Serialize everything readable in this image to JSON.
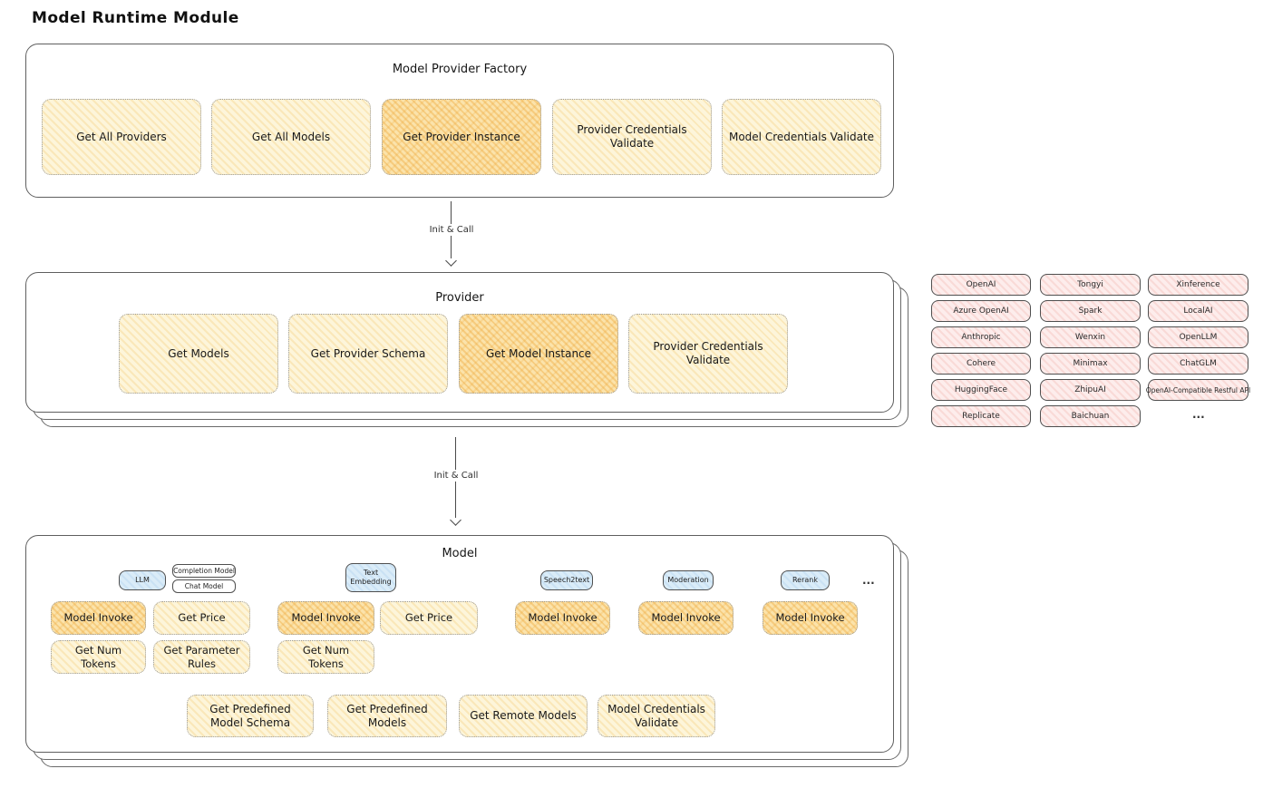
{
  "title": "Model Runtime Module",
  "arrow_label": "Init & Call",
  "colors": {
    "fn_yellow_light": "#fdf5da",
    "fn_yellow_highlight": "#fbe3ab",
    "provider_chip_pink": "#fdedec",
    "tag_blue": "#daecf8",
    "border_gray": "#5f5f5f"
  },
  "factory": {
    "title": "Model Provider Factory",
    "items": [
      {
        "label": "Get All Providers",
        "highlight": false
      },
      {
        "label": "Get All Models",
        "highlight": false
      },
      {
        "label": "Get Provider Instance",
        "highlight": true
      },
      {
        "label": "Provider Credentials Validate",
        "highlight": false
      },
      {
        "label": "Model Credentials Validate",
        "highlight": false
      }
    ]
  },
  "provider": {
    "title": "Provider",
    "items": [
      {
        "label": "Get Models",
        "highlight": false
      },
      {
        "label": "Get Provider Schema",
        "highlight": false
      },
      {
        "label": "Get Model Instance",
        "highlight": true
      },
      {
        "label": "Provider Credentials Validate",
        "highlight": false
      }
    ]
  },
  "providers_grid": {
    "columns": [
      [
        "OpenAI",
        "Azure OpenAI",
        "Anthropic",
        "Cohere",
        "HuggingFace",
        "Replicate"
      ],
      [
        "Tongyi",
        "Spark",
        "Wenxin",
        "Minimax",
        "ZhipuAI",
        "Baichuan"
      ],
      [
        "Xinference",
        "LocalAI",
        "OpenLLM",
        "ChatGLM",
        "OpenAI-Compatible Restful API"
      ]
    ],
    "ellipsis": "..."
  },
  "model": {
    "title": "Model",
    "tag_llm": "LLM",
    "tag_completion": "Completion Model",
    "tag_chat": "Chat Model",
    "tag_text_embedding": "Text Embedding",
    "tag_speech2text": "Speech2text",
    "tag_moderation": "Moderation",
    "tag_rerank": "Rerank",
    "tags_ellipsis": "...",
    "fn_model_invoke": "Model Invoke",
    "fn_get_price": "Get Price",
    "fn_get_num_tokens": "Get Num Tokens",
    "fn_get_parameter_rules": "Get Parameter Rules",
    "bottom": [
      "Get Predefined Model Schema",
      "Get Predefined Models",
      "Get Remote Models",
      "Model Credentials Validate"
    ]
  }
}
